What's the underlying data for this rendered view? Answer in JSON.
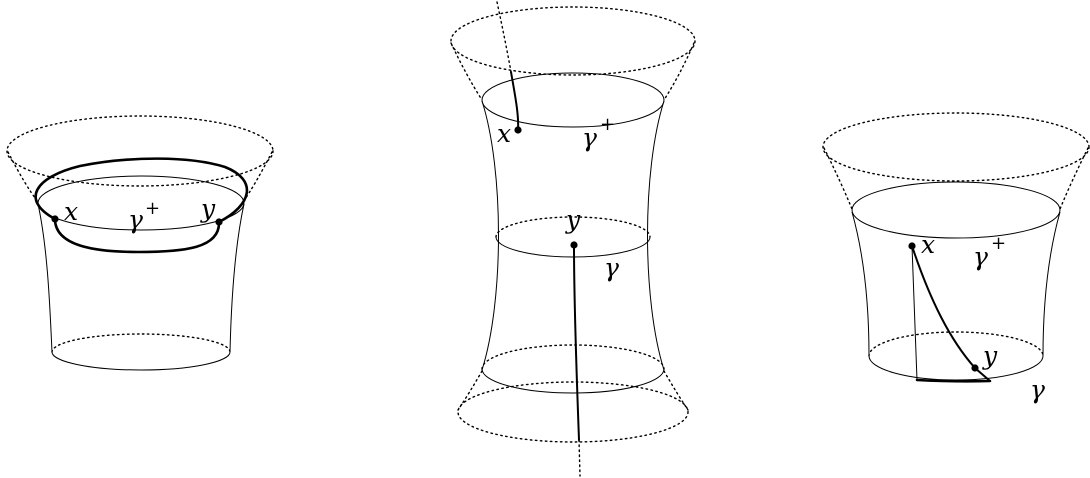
{
  "figures": [
    {
      "labels": {
        "x": "x",
        "y": "y",
        "gamma": "γ",
        "plus": "+"
      }
    },
    {
      "labels": {
        "x": "x",
        "y": "y",
        "gamma_plus": "γ",
        "plus": "+",
        "gamma": "γ"
      }
    },
    {
      "labels": {
        "x": "x",
        "y": "y",
        "gamma_plus": "γ",
        "plus": "+",
        "gamma": "γ"
      }
    }
  ]
}
